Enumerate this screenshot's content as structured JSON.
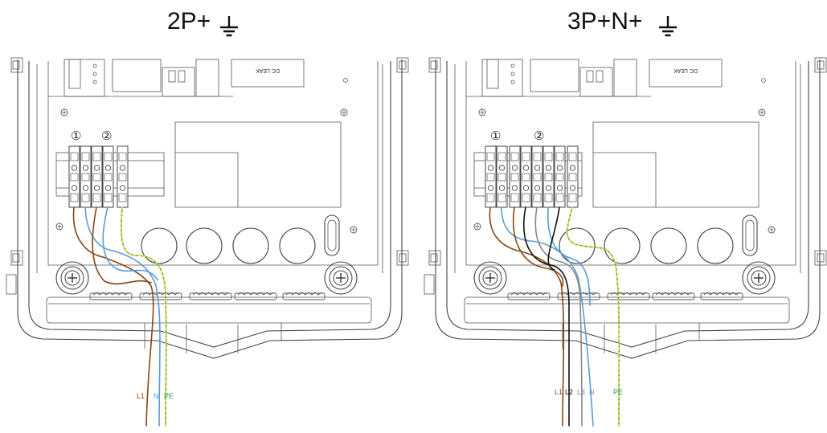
{
  "left": {
    "title": "2P+",
    "wire_labels": {
      "l1": "L1",
      "n": "N",
      "pe": "PE"
    },
    "terminal_1": "①",
    "terminal_2": "②",
    "module_text": "DC LEAK"
  },
  "right": {
    "title": "3P+N+",
    "wire_labels": {
      "l1": "L1",
      "l2": "L2",
      "l3": "L3",
      "n": "N",
      "pe": "PE"
    },
    "terminal_1": "①",
    "terminal_2": "②",
    "module_text": "DC LEAK"
  },
  "colors": {
    "brown": "#8b4513",
    "blue": "#5a9bd5",
    "black": "#111111",
    "grey": "#888888",
    "pe_green": "#2e9c4a",
    "pe_yellow": "#e8d830",
    "label_l1": "#8b4513",
    "label_n": "#5a9bd5",
    "label_pe": "#2e9c4a",
    "label_l3": "#888888"
  }
}
